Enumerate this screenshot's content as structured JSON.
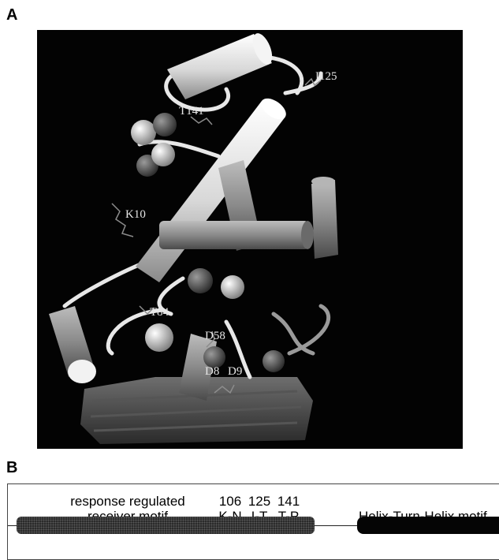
{
  "panel_a": {
    "letter": "A",
    "residue_labels": {
      "i125": "I125",
      "t141": "T141",
      "k106": "K10",
      "t84": "T84",
      "d58": "D58",
      "d8": "D8",
      "d9": "D9"
    }
  },
  "panel_b": {
    "letter": "B",
    "receiver_motif": {
      "line1": "response regulated",
      "line2": "receiver motif"
    },
    "mutations": [
      {
        "position": "106",
        "change": "K-N"
      },
      {
        "position": "125",
        "change": "I-T"
      },
      {
        "position": "141",
        "change": "T-P"
      }
    ],
    "hth_label": "Helix-Turn-Helix motif"
  }
}
